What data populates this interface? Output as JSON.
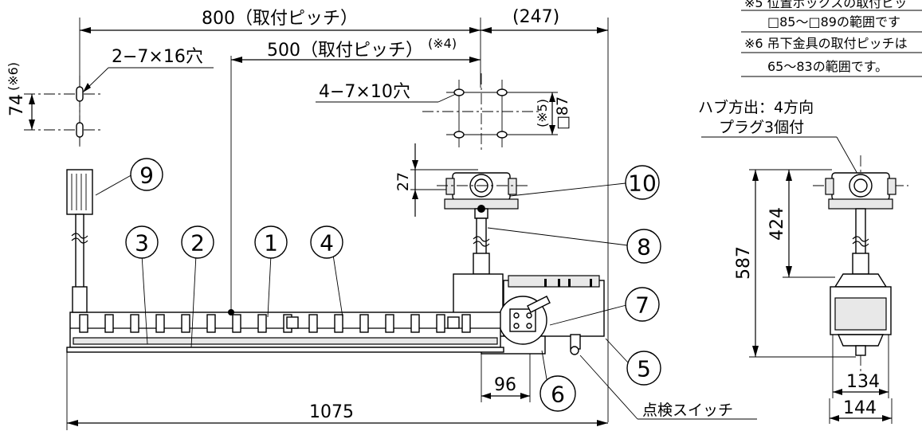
{
  "dimensions": {
    "mount_pitch_800": "800（取付ピッチ）",
    "right_247": "(247)",
    "mount_pitch_500": "500（取付ピッチ）",
    "note_ref_4": "(※4)",
    "hole_2x7x16": "2−7×16穴",
    "hole_4x7x10": "4−7×10穴",
    "pitch_74": "74",
    "note_ref_6": "(※6)",
    "box_27": "27",
    "box_87": "□87",
    "note_ref_5": "(※5)",
    "overall_1075": "1075",
    "offset_96": "96",
    "height_587": "587",
    "height_424": "424",
    "width_134": "134",
    "width_144": "144"
  },
  "notes": {
    "note5_line1": "※5 位置ボックスの取付ピッ",
    "note5_line2": "□85〜□89の範囲です",
    "note6_line1": "※6 吊下金具の取付ピッチは",
    "note6_line2": "65〜83の範囲です。"
  },
  "labels": {
    "hub_line1": "ハブ方出：4方向",
    "hub_line2": "プラグ3個付",
    "inspection_switch": "点検スイッチ"
  },
  "callouts": [
    "1",
    "2",
    "3",
    "4",
    "5",
    "6",
    "7",
    "8",
    "9",
    "10"
  ]
}
